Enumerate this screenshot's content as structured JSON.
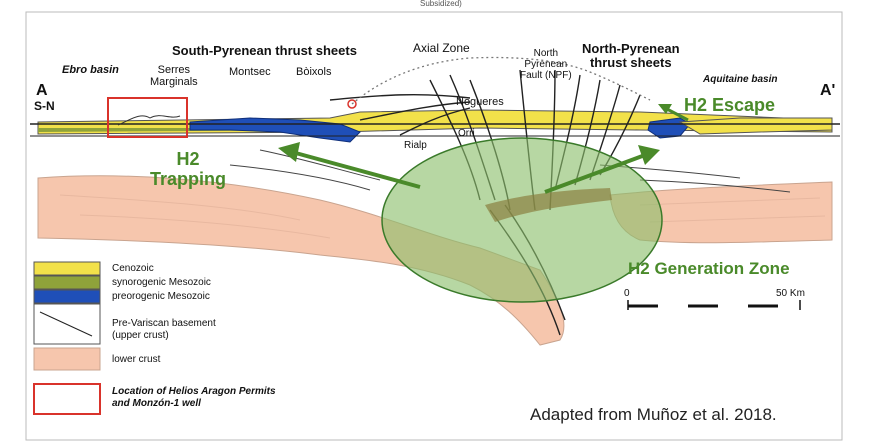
{
  "header": {
    "cropped_text": "Subsidized)"
  },
  "section": {
    "left_end": "A",
    "right_end": "A'",
    "orientation": "S-N"
  },
  "labels": {
    "ebro_basin": "Ebro basin",
    "serres_marginals": "Serres\nMarginals",
    "montsec": "Montsec",
    "boixols": "Bòixols",
    "south_pyrenean": "South-Pyrenean thrust sheets",
    "axial_zone": "Axial Zone",
    "npf": "North\nPyrenean\nFault (NPF)",
    "north_pyrenean": "North-Pyrenean\nthrust sheets",
    "aquitaine_basin": "Aquitaine basin",
    "nogueres": "Nogueres",
    "orri": "Orri",
    "rialp": "Rialp"
  },
  "annotations": {
    "h2_trapping": "H2\nTrapping",
    "h2_escape": "H2 Escape",
    "h2_generation": "H2 Generation Zone"
  },
  "legend": {
    "items": [
      {
        "label": "Cenozoic",
        "color": "#f2e14a"
      },
      {
        "label": "synorogenic Mesozoic",
        "color": "#8fa33a"
      },
      {
        "label": "preorogenic Mesozoic",
        "color": "#1f4fb8"
      },
      {
        "label": "Pre-Variscan basement\n(upper crust)",
        "color": "#ffffff"
      },
      {
        "label": "lower crust",
        "color": "#f6c6ad"
      }
    ],
    "location_box_label": "Location of Helios Aragon Permits\nand Monzón-1 well",
    "location_box_color": "#d9332b"
  },
  "scale": {
    "start": "0",
    "end": "50 Km"
  },
  "credit": "Adapted from Muñoz et al. 2018.",
  "colors": {
    "green_annotation": "#4a8a2a",
    "generation_zone_fill": "#8bbf6a",
    "lower_crust": "#f6c6ad"
  }
}
